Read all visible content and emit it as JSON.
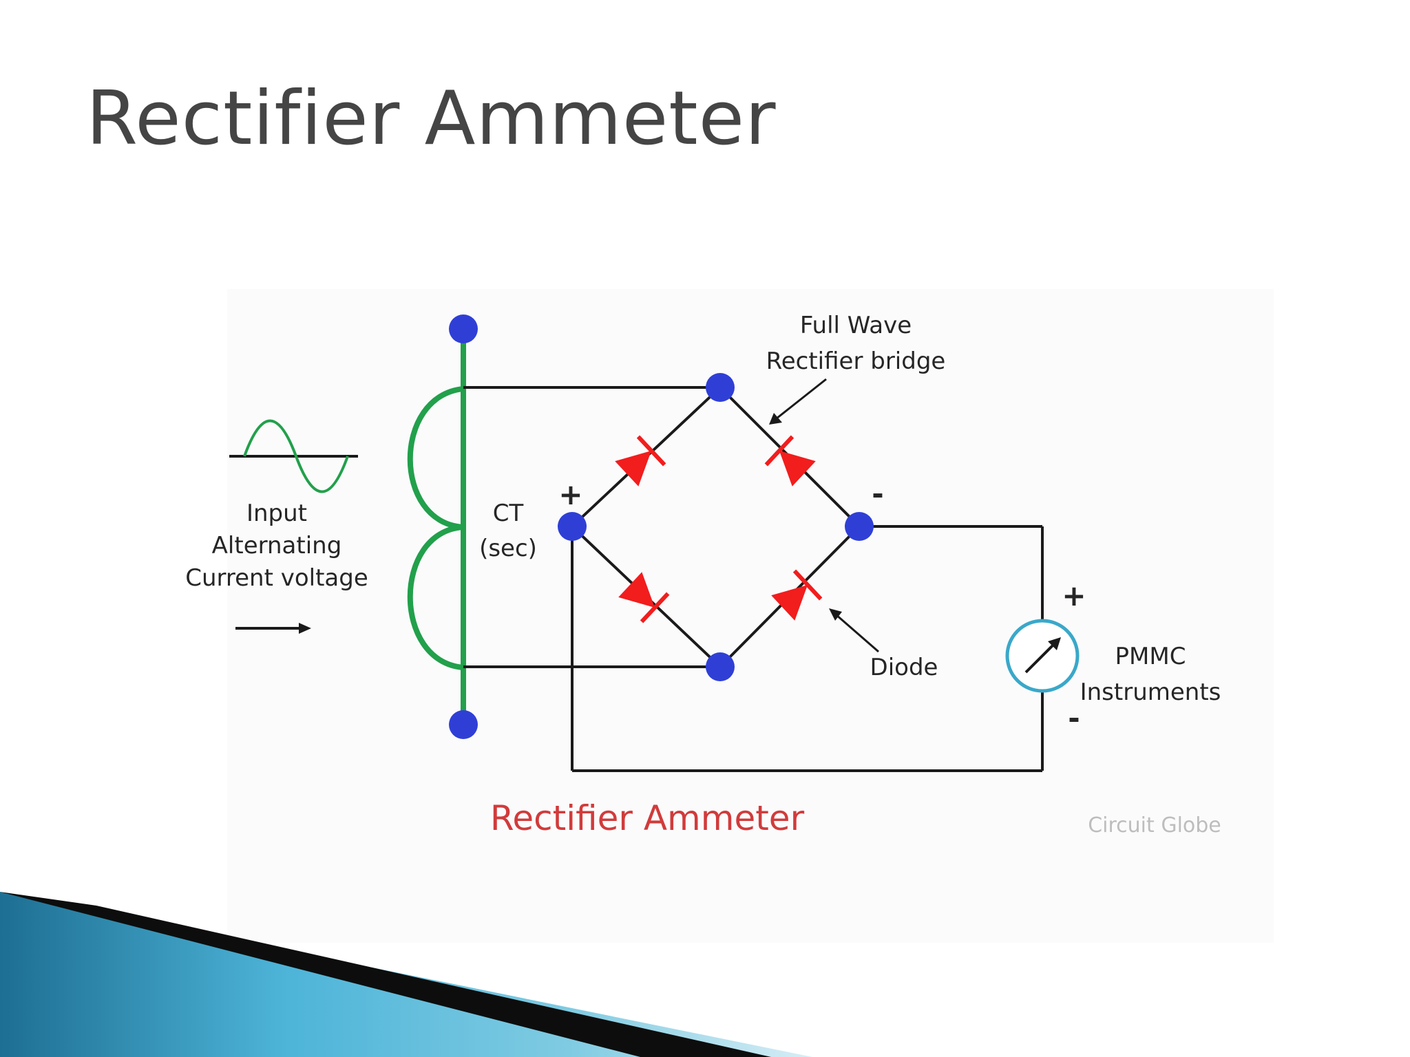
{
  "slide": {
    "title": "Rectifier Ammeter"
  },
  "diagram": {
    "labels": {
      "bridge_line1": "Full Wave",
      "bridge_line2": "Rectifier bridge",
      "input_line1": "Input",
      "input_line2": "Alternating",
      "input_line3": "Current voltage",
      "ct_line1": "CT",
      "ct_line2": "(sec)",
      "diode": "Diode",
      "pmmc_line1": "PMMC",
      "pmmc_line2": "Instruments",
      "bridge_plus": "+",
      "bridge_minus": "-",
      "meter_plus": "+",
      "meter_minus": "-"
    },
    "caption": "Rectifier Ammeter",
    "credit": "Circuit Globe",
    "colors": {
      "coil": "#22a04b",
      "node": "#2f3fd6",
      "diode": "#f21d1d",
      "meter": "#3aa8c9",
      "caption": "#d13b3b",
      "accent_band": "#2a8fb5"
    }
  }
}
